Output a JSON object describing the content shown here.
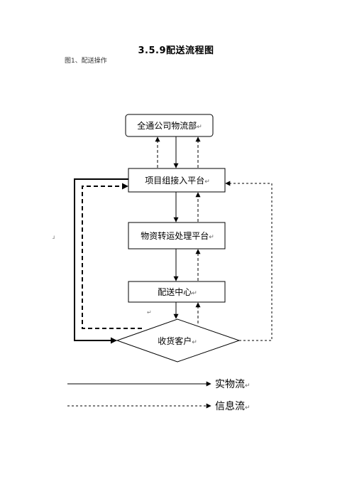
{
  "header": {
    "title": "3.5.9配送流程图",
    "caption": "图1、配送操作"
  },
  "nodes": {
    "logistics_dept": "全通公司物流部",
    "project_platform": "项目组接入平台",
    "transfer_platform": "物资转运处理平台",
    "distribution_center": "配送中心",
    "customer": "收货客户"
  },
  "legend": {
    "physical_flow": "实物流",
    "info_flow": "信息流"
  },
  "marks": {
    "return_glyph": "↵",
    "stray_mark_1": "ɹ",
    "stray_mark_2": "↵"
  },
  "colors": {
    "line": "#000000",
    "box_fill": "#ffffff",
    "return_glyph": "#666666"
  }
}
